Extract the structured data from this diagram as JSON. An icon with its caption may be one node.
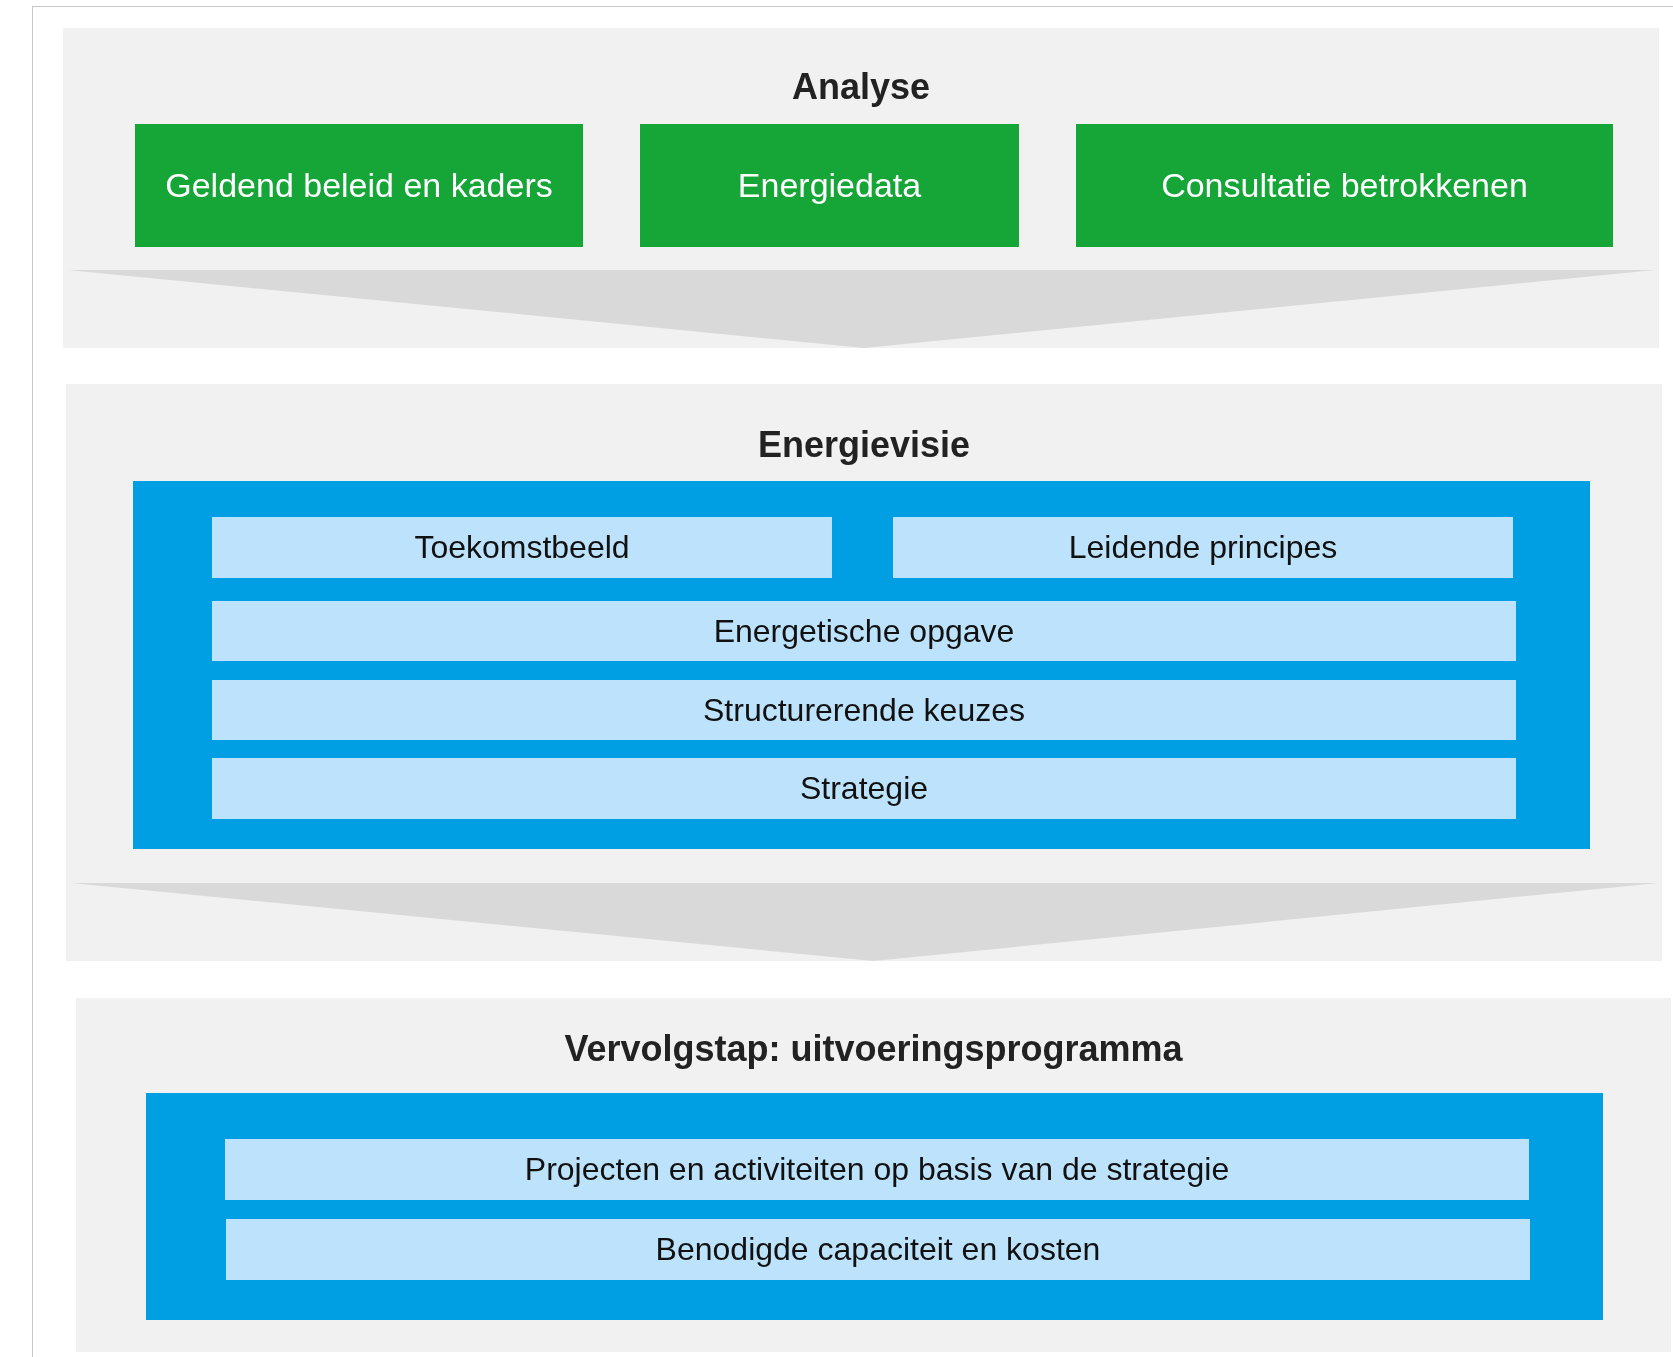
{
  "diagram": {
    "nodes": [
      {
        "text": [
          "Analyse"
        ]
      },
      {
        "text": [
          "Geldend beleid en kaders"
        ],
        "in": 0
      },
      {
        "text": [
          "Energiedata"
        ],
        "in": 0
      },
      {
        "text": [
          "Consultatie betrokkenen"
        ],
        "in": 0
      },
      {
        "text": [
          "Energievisie"
        ]
      },
      {
        "text": [],
        "shape": "box",
        "in": 4
      },
      {
        "text": [
          "Toekomstbeeld"
        ],
        "in": 5
      },
      {
        "text": [
          "Leidende principes"
        ],
        "in": 5
      },
      {
        "text": [
          "Energetische opgave"
        ],
        "in": 5
      },
      {
        "text": [
          "Structurerende keuzes"
        ],
        "in": 5
      },
      {
        "text": [
          "Strategie"
        ],
        "in": 5
      },
      {
        "text": [
          "Vervolgstap: uitvoeringsprogramma"
        ]
      },
      {
        "text": [],
        "shape": "box",
        "in": 11
      },
      {
        "text": [
          "Projecten en activiteiten op basis van de strategie"
        ],
        "in": 12
      },
      {
        "text": [
          "Benodigde capaciteit en kosten"
        ],
        "in": 12
      }
    ],
    "edges": [
      {
        "from": 0,
        "to": 4,
        "arrow": "to"
      },
      {
        "from": 4,
        "to": 11,
        "arrow": "to"
      }
    ]
  }
}
